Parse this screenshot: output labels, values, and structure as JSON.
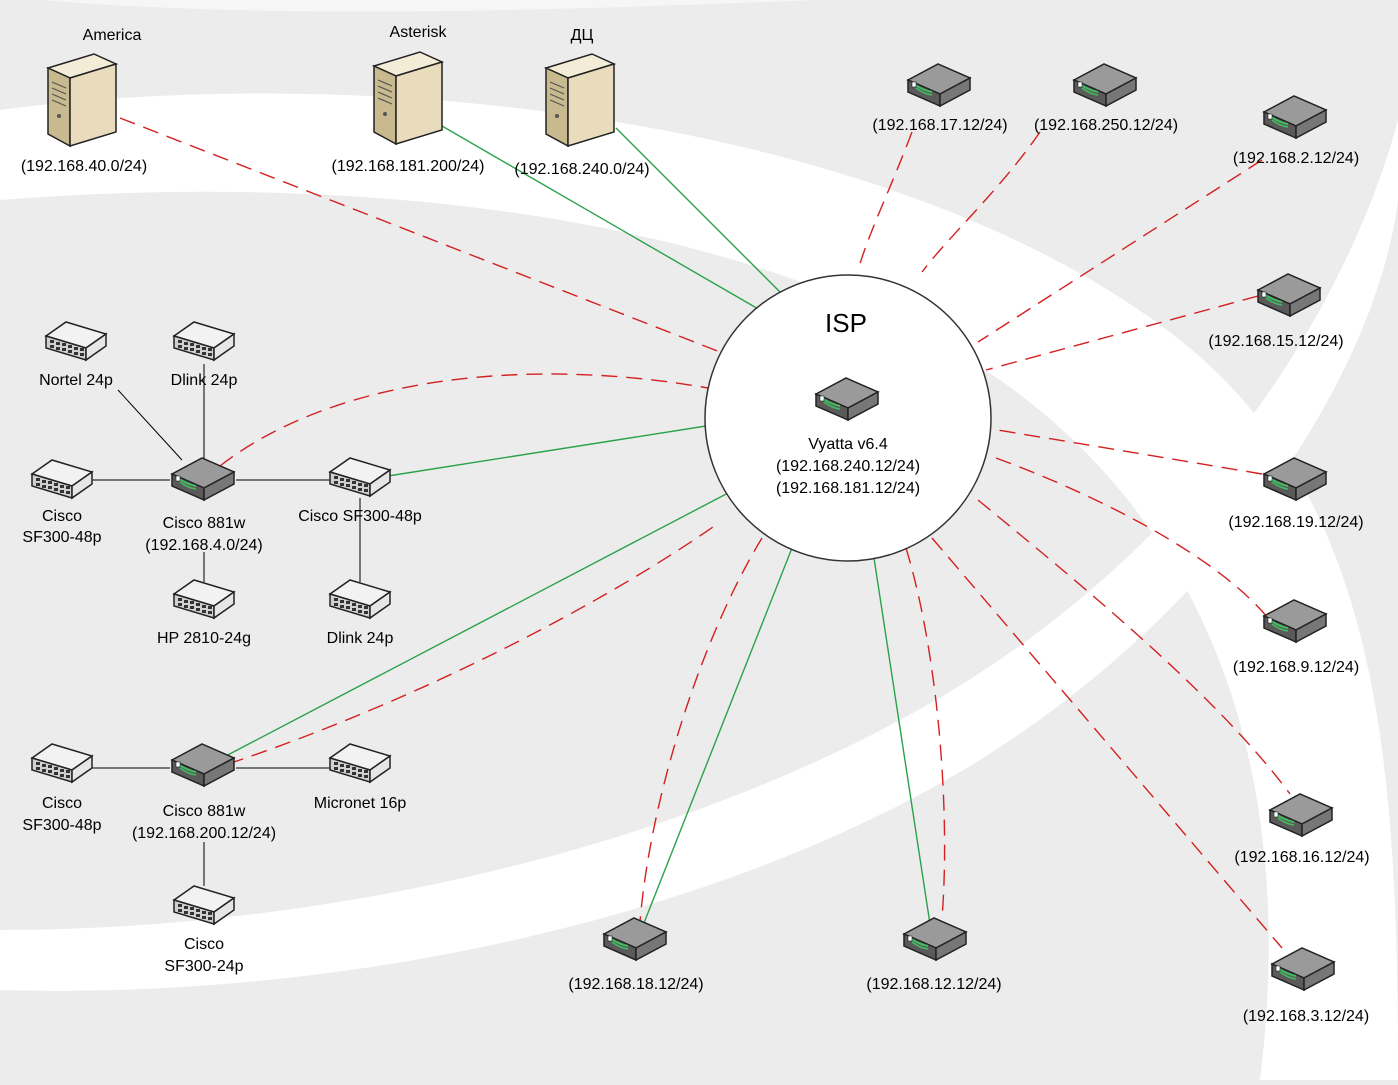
{
  "colors": {
    "background": "#ececec",
    "swoosh": "#ffffff",
    "vpn_link": "#d42020",
    "green_link": "#2aa24a",
    "lan_link": "#000000",
    "router_body": "#6e6e6e",
    "switch_body": "#e6e6e6",
    "server_body": "#e3d6b4"
  },
  "isp": {
    "title": "ISP",
    "router_icon": "router-icon",
    "name": "Vyatta v6.4",
    "ip1": "(192.168.240.12/24)",
    "ip2": "(192.168.181.12/24)"
  },
  "servers": [
    {
      "id": "america",
      "icon": "server-icon",
      "name": "America",
      "ip": "(192.168.40.0/24)"
    },
    {
      "id": "asterisk",
      "icon": "server-icon",
      "name": "Asterisk",
      "ip": "(192.168.181.200/24)"
    },
    {
      "id": "dc",
      "icon": "server-icon",
      "name": "ДЦ",
      "ip": "(192.168.240.0/24)"
    }
  ],
  "remote_routers": [
    {
      "id": "r17",
      "icon": "router-icon",
      "ip": "(192.168.17.12/24)"
    },
    {
      "id": "r250",
      "icon": "router-icon",
      "ip": "(192.168.250.12/24)"
    },
    {
      "id": "r2",
      "icon": "router-icon",
      "ip": "(192.168.2.12/24)"
    },
    {
      "id": "r15",
      "icon": "router-icon",
      "ip": "(192.168.15.12/24)"
    },
    {
      "id": "r19",
      "icon": "router-icon",
      "ip": "(192.168.19.12/24)"
    },
    {
      "id": "r9",
      "icon": "router-icon",
      "ip": "(192.168.9.12/24)"
    },
    {
      "id": "r16",
      "icon": "router-icon",
      "ip": "(192.168.16.12/24)"
    },
    {
      "id": "r3",
      "icon": "router-icon",
      "ip": "(192.168.3.12/24)"
    },
    {
      "id": "r12",
      "icon": "router-icon",
      "ip": "(192.168.12.12/24)"
    },
    {
      "id": "r18",
      "icon": "router-icon",
      "ip": "(192.168.18.12/24)"
    }
  ],
  "site1": {
    "router": {
      "icon": "router-icon",
      "name": "Cisco 881w",
      "ip": "(192.168.4.0/24)"
    },
    "switches": [
      {
        "id": "nortel",
        "icon": "switch-icon",
        "name": "Nortel 24p"
      },
      {
        "id": "dlink_top",
        "icon": "switch-icon",
        "name": "Dlink 24p"
      },
      {
        "id": "cisco_left",
        "icon": "switch-icon",
        "line1": "Cisco",
        "line2": "SF300-48p"
      },
      {
        "id": "cisco_right",
        "icon": "switch-icon",
        "name": "Cisco SF300-48p"
      },
      {
        "id": "hp",
        "icon": "switch-icon",
        "name": "HP 2810-24g"
      },
      {
        "id": "dlink_bottom",
        "icon": "switch-icon",
        "name": "Dlink 24p"
      }
    ]
  },
  "site2": {
    "router": {
      "icon": "router-icon",
      "name": "Cisco 881w",
      "ip": "(192.168.200.12/24)"
    },
    "switches": [
      {
        "id": "cisco_left",
        "icon": "switch-icon",
        "line1": "Cisco",
        "line2": "SF300-48p"
      },
      {
        "id": "micronet",
        "icon": "switch-icon",
        "name": "Micronet 16p"
      },
      {
        "id": "cisco_bottom",
        "icon": "switch-icon",
        "line1": "Cisco",
        "line2": "SF300-24p"
      }
    ]
  }
}
